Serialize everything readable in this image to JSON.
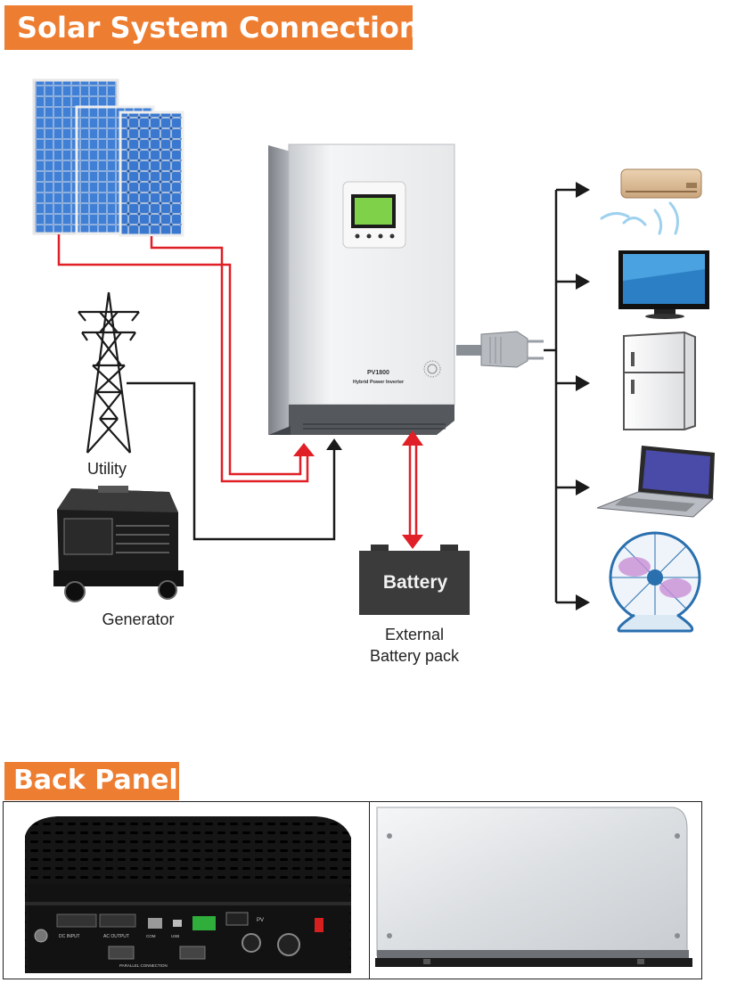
{
  "sections": {
    "solar_title": "Solar System Connection",
    "back_title": "Back Panel"
  },
  "diagram": {
    "utility_label": "Utility",
    "generator_label": "Generator",
    "battery_box_label": "Battery",
    "external_battery_line1": "External",
    "external_battery_line2": "Battery pack",
    "inverter_model": "PV1800",
    "inverter_subtitle": "Hybrid Power Inverter",
    "loads": [
      "air-conditioner",
      "television",
      "refrigerator",
      "laptop",
      "fan"
    ]
  },
  "back_panel": {
    "labels": {
      "dc_input": "DC INPUT",
      "ac_output": "AC OUTPUT",
      "parallel_connection": "PARALLEL CONNECTION",
      "pv": "PV",
      "com": "COM",
      "usb": "USB"
    }
  },
  "colors": {
    "accent": "#ed7d31",
    "pv_wire": "#e01f26",
    "ac_wire": "#1a1a1a"
  }
}
